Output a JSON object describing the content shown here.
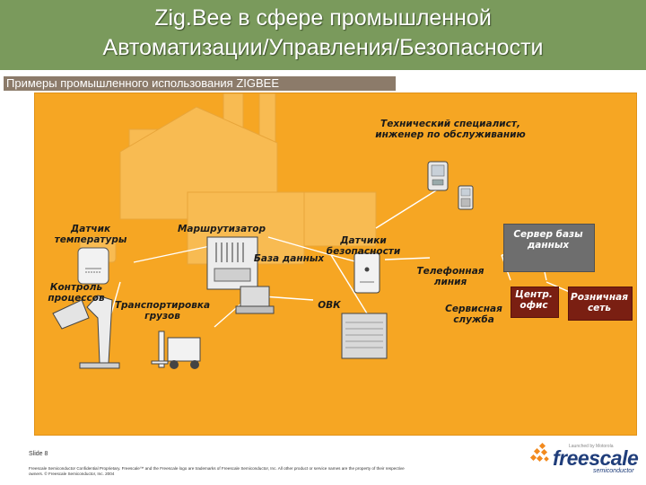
{
  "header": {
    "title_line1": "Zig.Bee в сфере промышленной",
    "title_line2": "Автоматизации/Управления/Безопасности",
    "subtitle": "Примеры промышленного использования ZIGBEE"
  },
  "diagram": {
    "technician": "Технический специалист, инженер по обслуживанию",
    "temperature_sensor": "Датчик температуры",
    "router": "Маршрутизатор",
    "security_sensors": "Датчики безопасности",
    "database": "База данных",
    "process_control": "Контроль процессов",
    "transport": "Транспортировка грузов",
    "hvac": "ОВК",
    "phone_line": "Телефонная линия",
    "service": "Сервисная служба",
    "central_office": "Центр. офис",
    "db_server": "Сервер базы данных",
    "retail": "Розничная сеть"
  },
  "footer": {
    "slide": "Slide 8",
    "legal": "Freescale Semiconductor Confidential Proprietary. Freescale™ and the Freescale logo are trademarks of Freescale Semiconductor, Inc. All other product or service names are the property of their respective owners. © Freescale Semiconductor, Inc. 2004",
    "launch": "Launched by Motorola",
    "brand": "freescale",
    "brand_sub": "semiconductor"
  },
  "colors": {
    "header_bg": "#7a9a5c",
    "panel_bg": "#f6a623",
    "server_box": "#6e6e6e",
    "office_box": "#7a1f12"
  },
  "icons": [
    "factory-building-icon",
    "pda-icon",
    "handheld-icon",
    "thermometer-sensor-icon",
    "router-icon",
    "laptop-icon",
    "security-sensor-icon",
    "hvac-unit-icon",
    "forklift-icon",
    "robot-arm-icon"
  ]
}
